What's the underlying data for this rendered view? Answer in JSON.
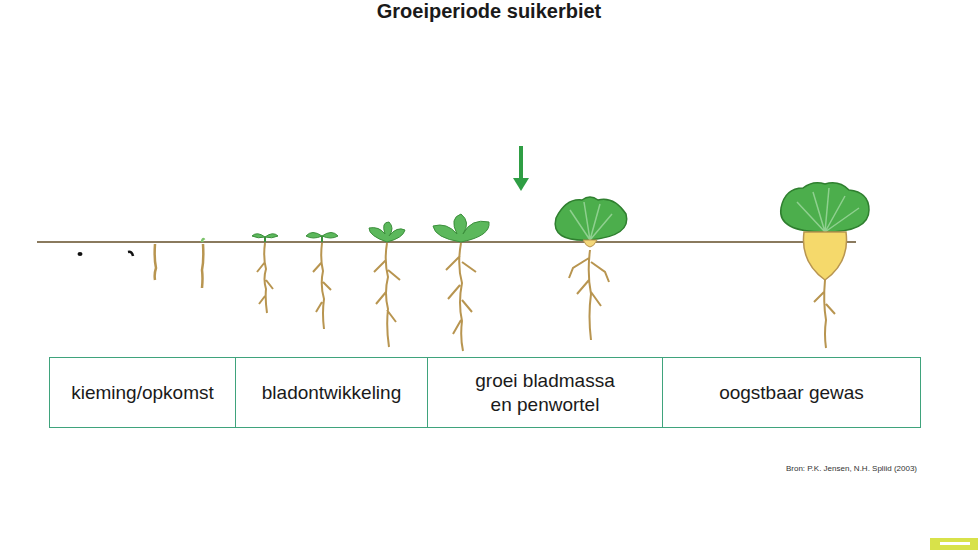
{
  "diagram": {
    "title": "Groeiperiode suikerbiet",
    "nodes": [
      {
        "text": [
          "kieming/opkomst"
        ]
      },
      {
        "text": [
          "bladontwikkeling"
        ]
      },
      {
        "text": [
          "groei bladmassa en penwortel"
        ]
      },
      {
        "text": [
          "oogstbaar gewas"
        ]
      }
    ],
    "labels": [
      "Bron: P.K. Jensen, N.H. Spliid (2003)"
    ]
  }
}
